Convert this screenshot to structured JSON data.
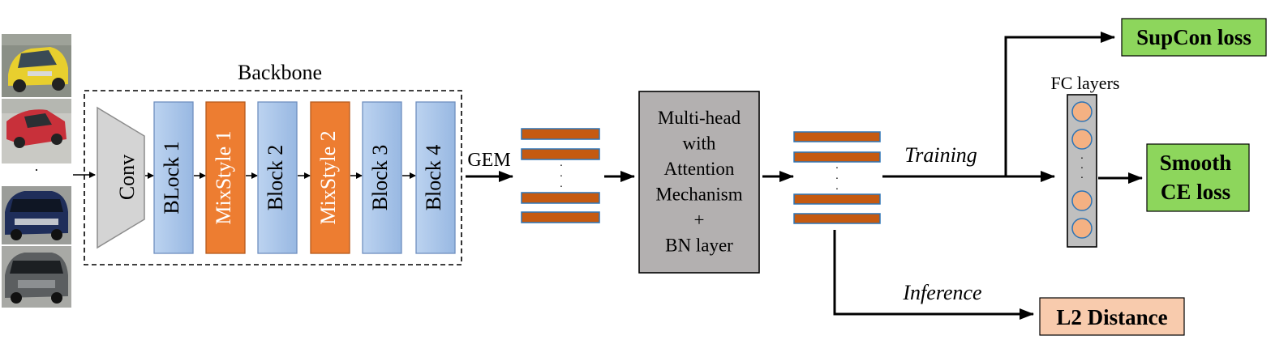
{
  "backbone": {
    "title": "Backbone",
    "conv_label": "Conv",
    "blocks": [
      {
        "label": "BLock 1",
        "kind": "block"
      },
      {
        "label": "MixStyle 1",
        "kind": "mixstyle"
      },
      {
        "label": "Block 2",
        "kind": "block"
      },
      {
        "label": "MixStyle 2",
        "kind": "mixstyle"
      },
      {
        "label": "Block 3",
        "kind": "block"
      },
      {
        "label": "Block 4",
        "kind": "block"
      }
    ]
  },
  "pooling_label": "GEM",
  "attention": {
    "lines": [
      "Multi-head",
      "with",
      "Attention",
      "Mechanism",
      "+",
      "BN layer"
    ]
  },
  "training_label": "Training",
  "inference_label": "Inference",
  "fc_label": "FC layers",
  "losses": {
    "supcon": "SupCon loss",
    "smooth_ce": [
      "Smooth",
      "CE loss"
    ],
    "l2": "L2 Distance"
  },
  "colors": {
    "block_fill": "#a9c6ea",
    "block_stroke": "#6f8fbf",
    "mixstyle_fill": "#ed7d31",
    "feature_bar": "#c55a11",
    "feature_bar_stroke": "#2e75b6",
    "attention_fill": "#b3b0b0",
    "conv_fill": "#d4d4d4",
    "fc_fill": "#bfbfbf",
    "neuron_fill": "#f4b183",
    "green_loss": "#8dd65c",
    "l2_fill": "#f8cbad"
  }
}
